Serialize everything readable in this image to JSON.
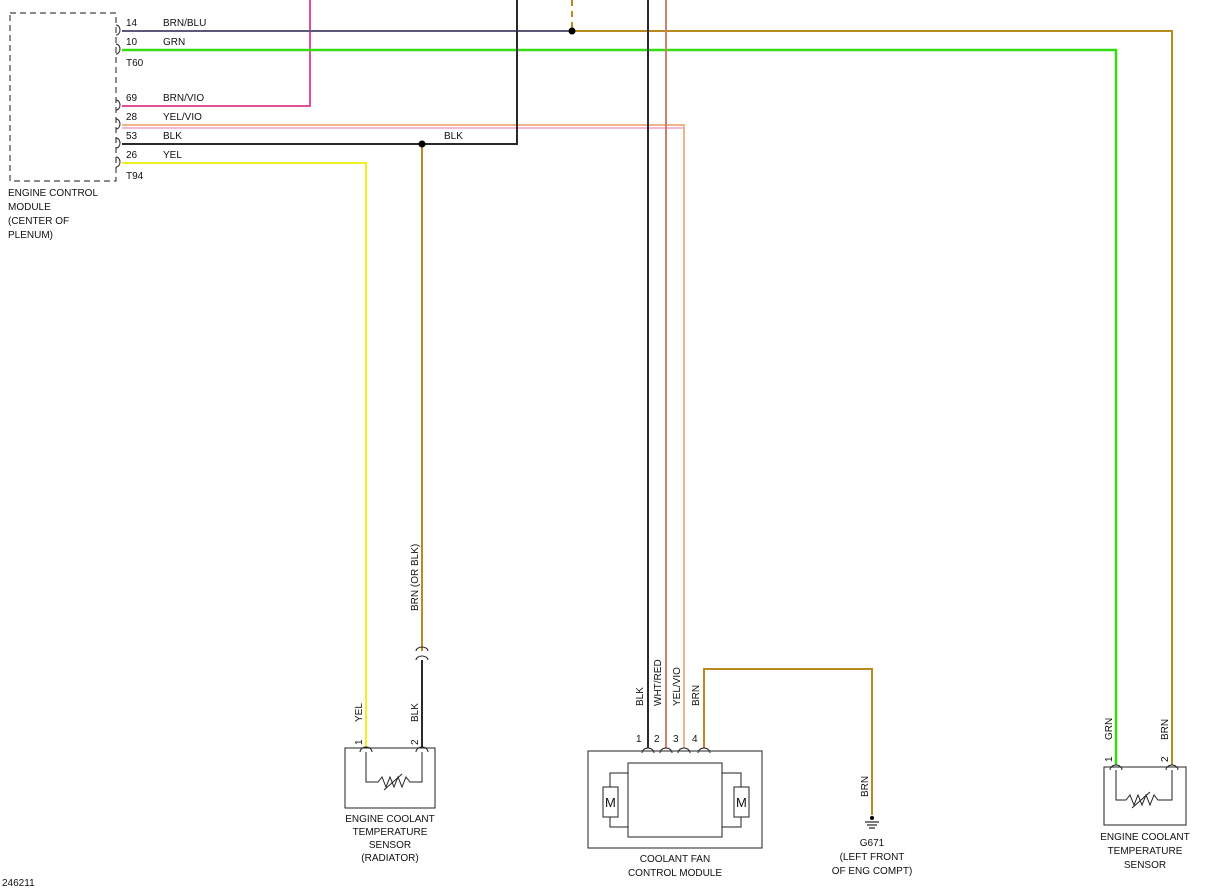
{
  "colors": {
    "BRN_BLU": "#5a5a78",
    "GRN": "#33dd11",
    "BRN_VIO": "#e0509a",
    "YEL_VIO": "#f2b48a",
    "BLK": "#2a2a2a",
    "YEL": "#f0f020",
    "BRN": "#b98a20",
    "WHT_RED": "#d08070",
    "PINK": "#f5b8d8"
  },
  "ecm": {
    "pins": [
      {
        "pin": "14",
        "wire": "BRN/BLU"
      },
      {
        "pin": "10",
        "wire": "GRN"
      },
      {
        "pin": "69",
        "wire": "BRN/VIO"
      },
      {
        "pin": "28",
        "wire": "YEL/VIO"
      },
      {
        "pin": "53",
        "wire": "BLK"
      },
      {
        "pin": "26",
        "wire": "YEL"
      }
    ],
    "connector_t60": "T60",
    "connector_t94": "T94",
    "label_lines": [
      "ENGINE CONTROL",
      "MODULE",
      "(CENTER OF",
      "PLENUM)"
    ]
  },
  "splice_blk_label": "BLK",
  "wire_brn_or_blk": "BRN (OR BLK)",
  "radiator_sensor": {
    "pin1": "1",
    "pin2": "2",
    "wire1": "YEL",
    "wire2": "BLK",
    "label_lines": [
      "ENGINE COOLANT",
      "TEMPERATURE",
      "SENSOR",
      "(RADIATOR)"
    ]
  },
  "fan_module": {
    "pins": [
      "1",
      "2",
      "3",
      "4"
    ],
    "wires": [
      "BLK",
      "WHT/RED",
      "YEL/VIO",
      "BRN"
    ],
    "motor_left": "M",
    "motor_right": "M",
    "label_lines": [
      "COOLANT FAN",
      "CONTROL MODULE"
    ]
  },
  "ground": {
    "wire": "BRN",
    "label_lines": [
      "G671",
      "(LEFT FRONT",
      "OF ENG COMPT)"
    ]
  },
  "engine_sensor": {
    "pin1": "1",
    "pin2": "2",
    "wire1": "GRN",
    "wire2": "BRN",
    "label_lines": [
      "ENGINE COOLANT",
      "TEMPERATURE",
      "SENSOR"
    ]
  },
  "figure_id": "246211"
}
